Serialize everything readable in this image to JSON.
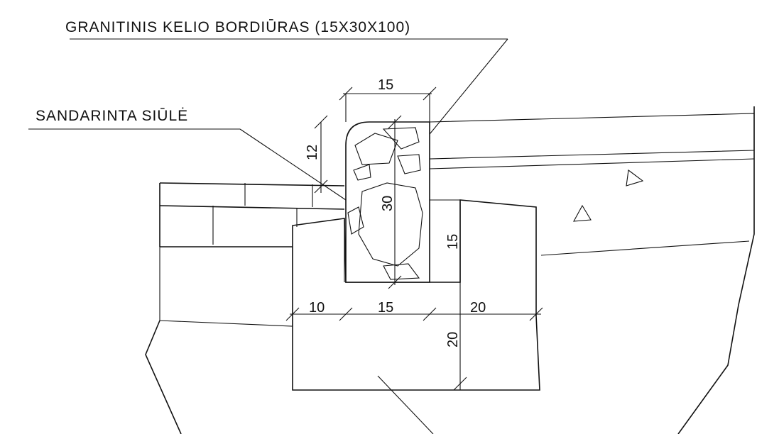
{
  "labels": {
    "curb_title": "GRANITINIS KELIO BORDIŪRAS (15X30X100)",
    "joint_label": "SANDARINTA SIŪLĖ"
  },
  "dimensions": {
    "curb_width_top": "15",
    "curb_height": "30",
    "curb_exposed": "12",
    "foundation_right_height": "15",
    "foundation_bottom_height": "20",
    "bottom_left": "10",
    "bottom_middle": "15",
    "bottom_right": "20"
  }
}
